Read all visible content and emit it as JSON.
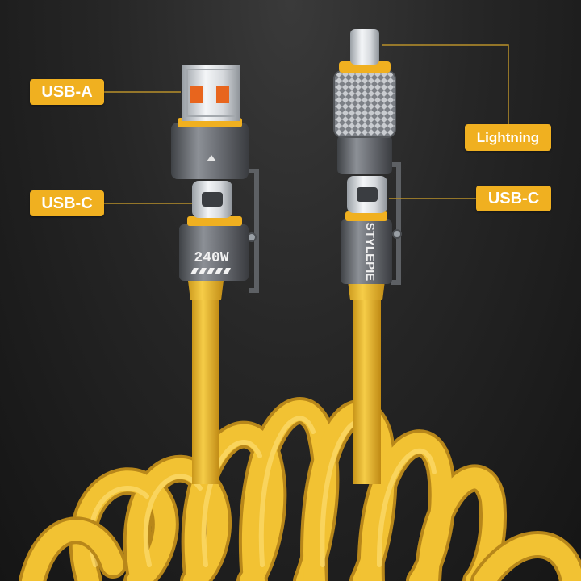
{
  "labels": {
    "usb_a": "USB-A",
    "usb_c_left": "USB-C",
    "lightning": "Lightning",
    "usb_c_right": "USB-C"
  },
  "product": {
    "power_marking": "240W",
    "brand": "STYLEPIE"
  },
  "colors": {
    "accent": "#f0b020",
    "cable": "#f2c233",
    "metal": "#6a6d72",
    "leader_line": "#b8902a"
  }
}
